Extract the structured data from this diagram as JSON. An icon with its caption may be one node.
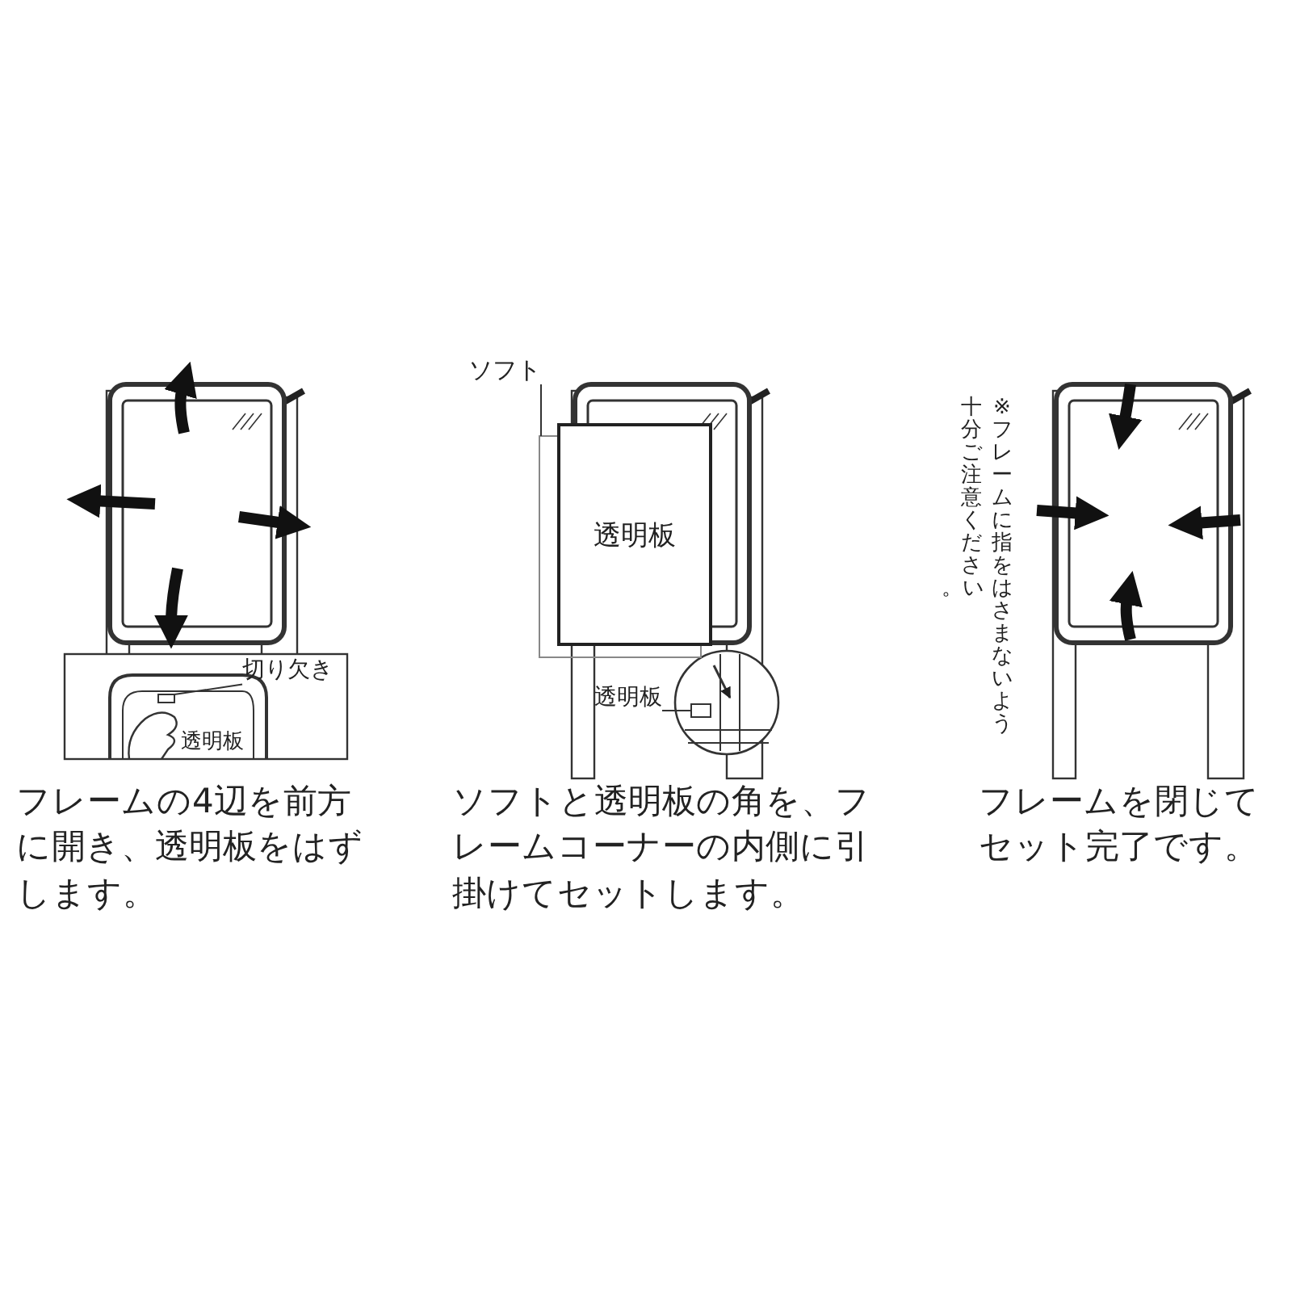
{
  "diagram": {
    "nodes": [
      {
        "text": [
          "切り欠き"
        ]
      },
      {
        "text": [
          "ソフト"
        ]
      },
      {
        "text": [
          "透明板"
        ]
      },
      {
        "text": [
          "透明板"
        ]
      },
      {
        "text": [],
        "shape": "box"
      },
      {
        "text": [],
        "shape": "box"
      },
      {
        "text": [],
        "shape": "box"
      }
    ],
    "edges": [
      {
        "from": 0,
        "to": 4,
        "arrow": "none"
      },
      {
        "from": 1,
        "to": 5,
        "arrow": "none"
      },
      {
        "from": 3,
        "to": 6,
        "arrow": "none"
      }
    ],
    "labels": [
      "透明板",
      "※フレームに指をはさまないよう十分ご注意ください。",
      "フレームの4辺を前方に開き、透明板をはずします。",
      "ソフトと透明板の角を、フレームコーナーの内側に引掛けてセットします。",
      "フレームを閉じてセット完了です。"
    ]
  }
}
